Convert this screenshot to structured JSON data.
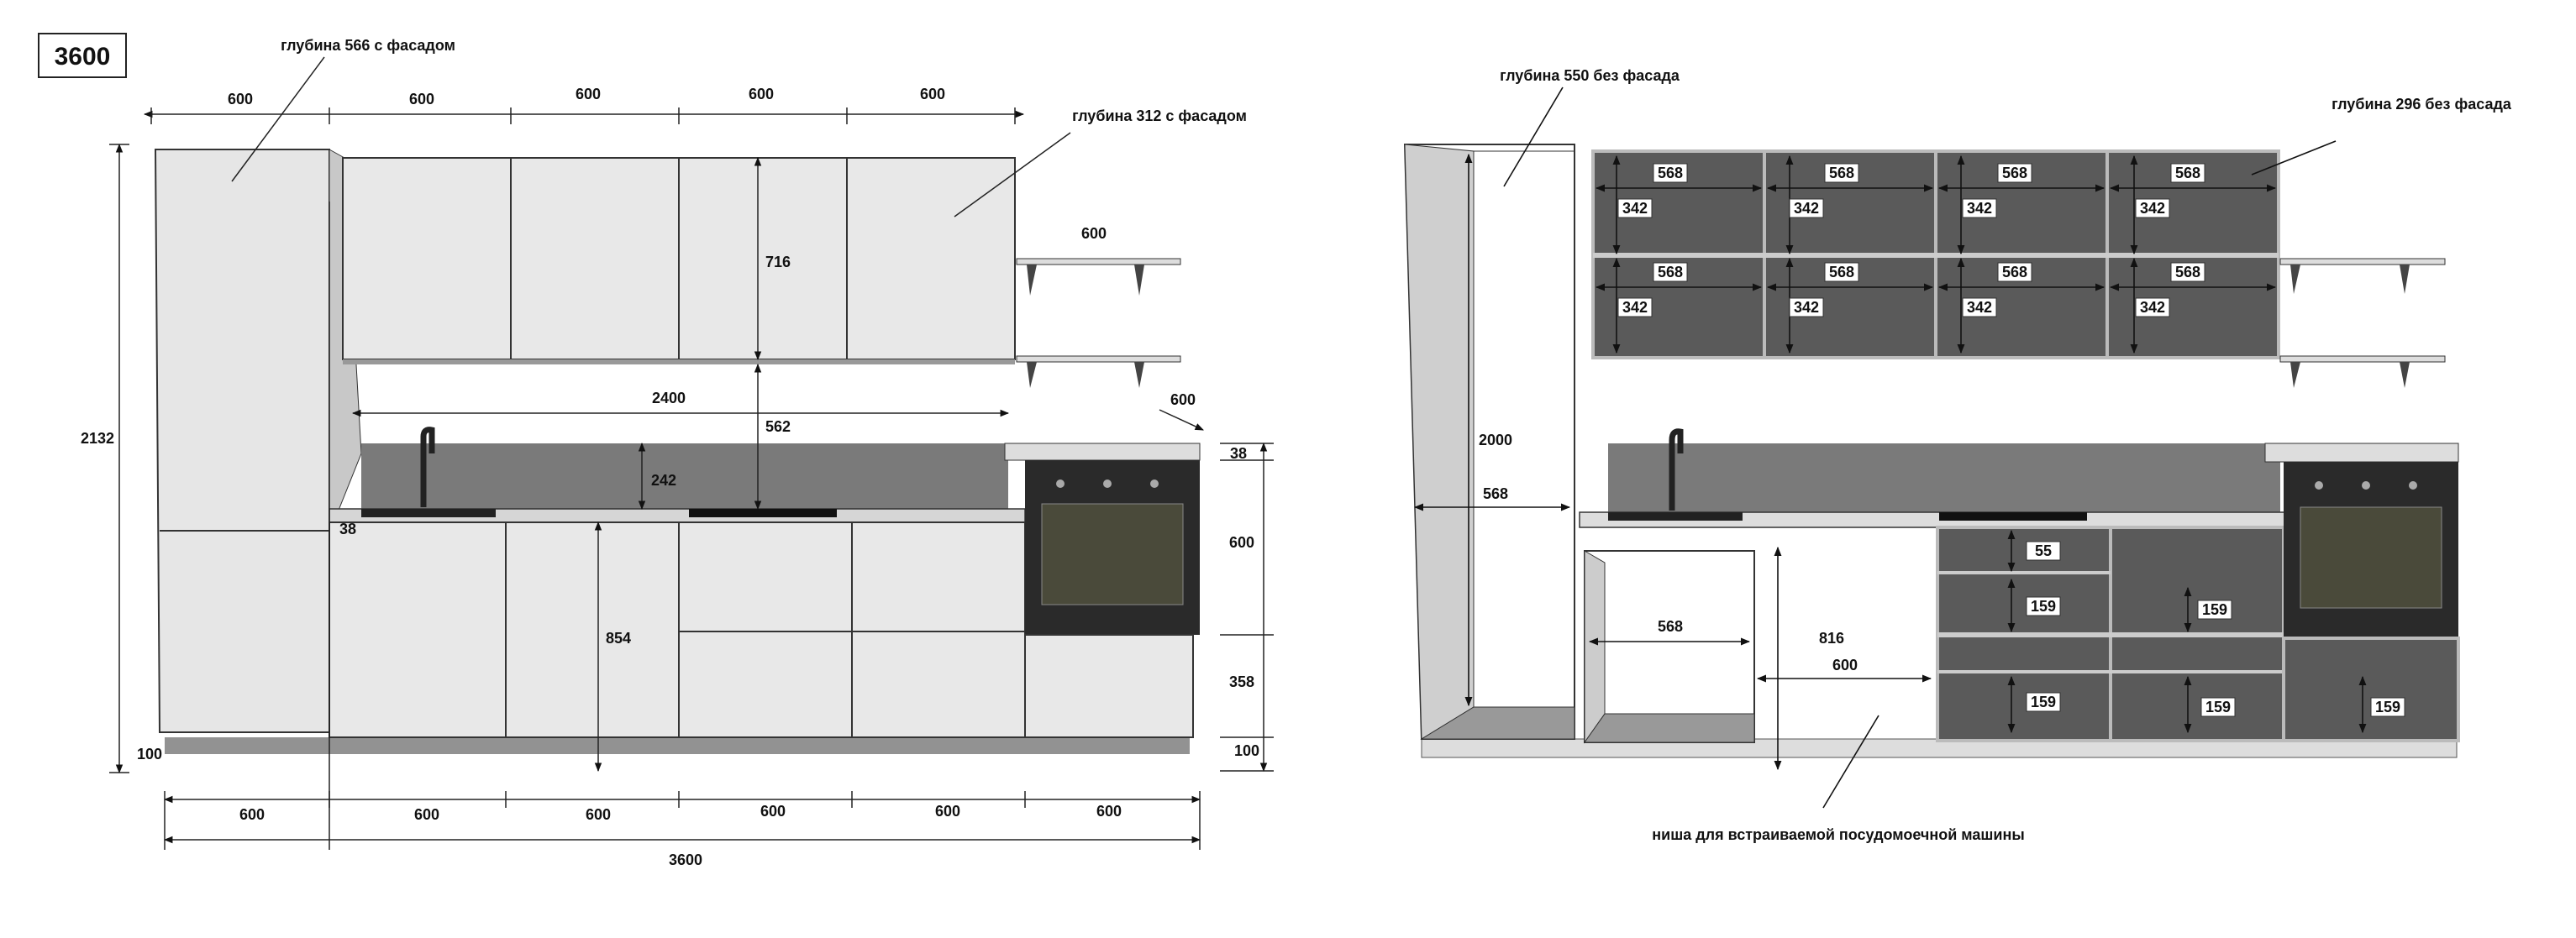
{
  "title": "3600",
  "left": {
    "notes": {
      "tall_depth": "глубина 566 с фасадом",
      "wall_depth": "глубина 312 с фасадом"
    },
    "top_widths": [
      "600",
      "600",
      "600",
      "600",
      "600"
    ],
    "shelf_width": "600",
    "total_height": "2132",
    "wall_height": "716",
    "wall_span": "2400",
    "gap": "562",
    "backsplash": "242",
    "worktop_thk": "38",
    "base_height": "854",
    "plinth": "100",
    "oven_tab_depth": "600",
    "right_col": [
      "38",
      "600",
      "358",
      "100"
    ],
    "bottom_widths": [
      "600",
      "600",
      "600",
      "600",
      "600",
      "600"
    ],
    "total_width": "3600"
  },
  "right": {
    "notes": {
      "tall_depth": "глубина 550 без фасада",
      "wall_depth": "глубина 296 без фасада",
      "niche": "ниша для встраиваемой посудомоечной машины"
    },
    "tall_height": "2000",
    "tall_width": "568",
    "wall_widths": [
      "568",
      "568",
      "568",
      "568"
    ],
    "wall_heights": [
      "342",
      "342",
      "342",
      "342"
    ],
    "sink_width": "568",
    "niche_height": "816",
    "niche_width": "600",
    "drawer_top": "55",
    "drawer_mid": [
      "159",
      "159"
    ],
    "drawer_low": [
      "159",
      "159",
      "159"
    ]
  }
}
